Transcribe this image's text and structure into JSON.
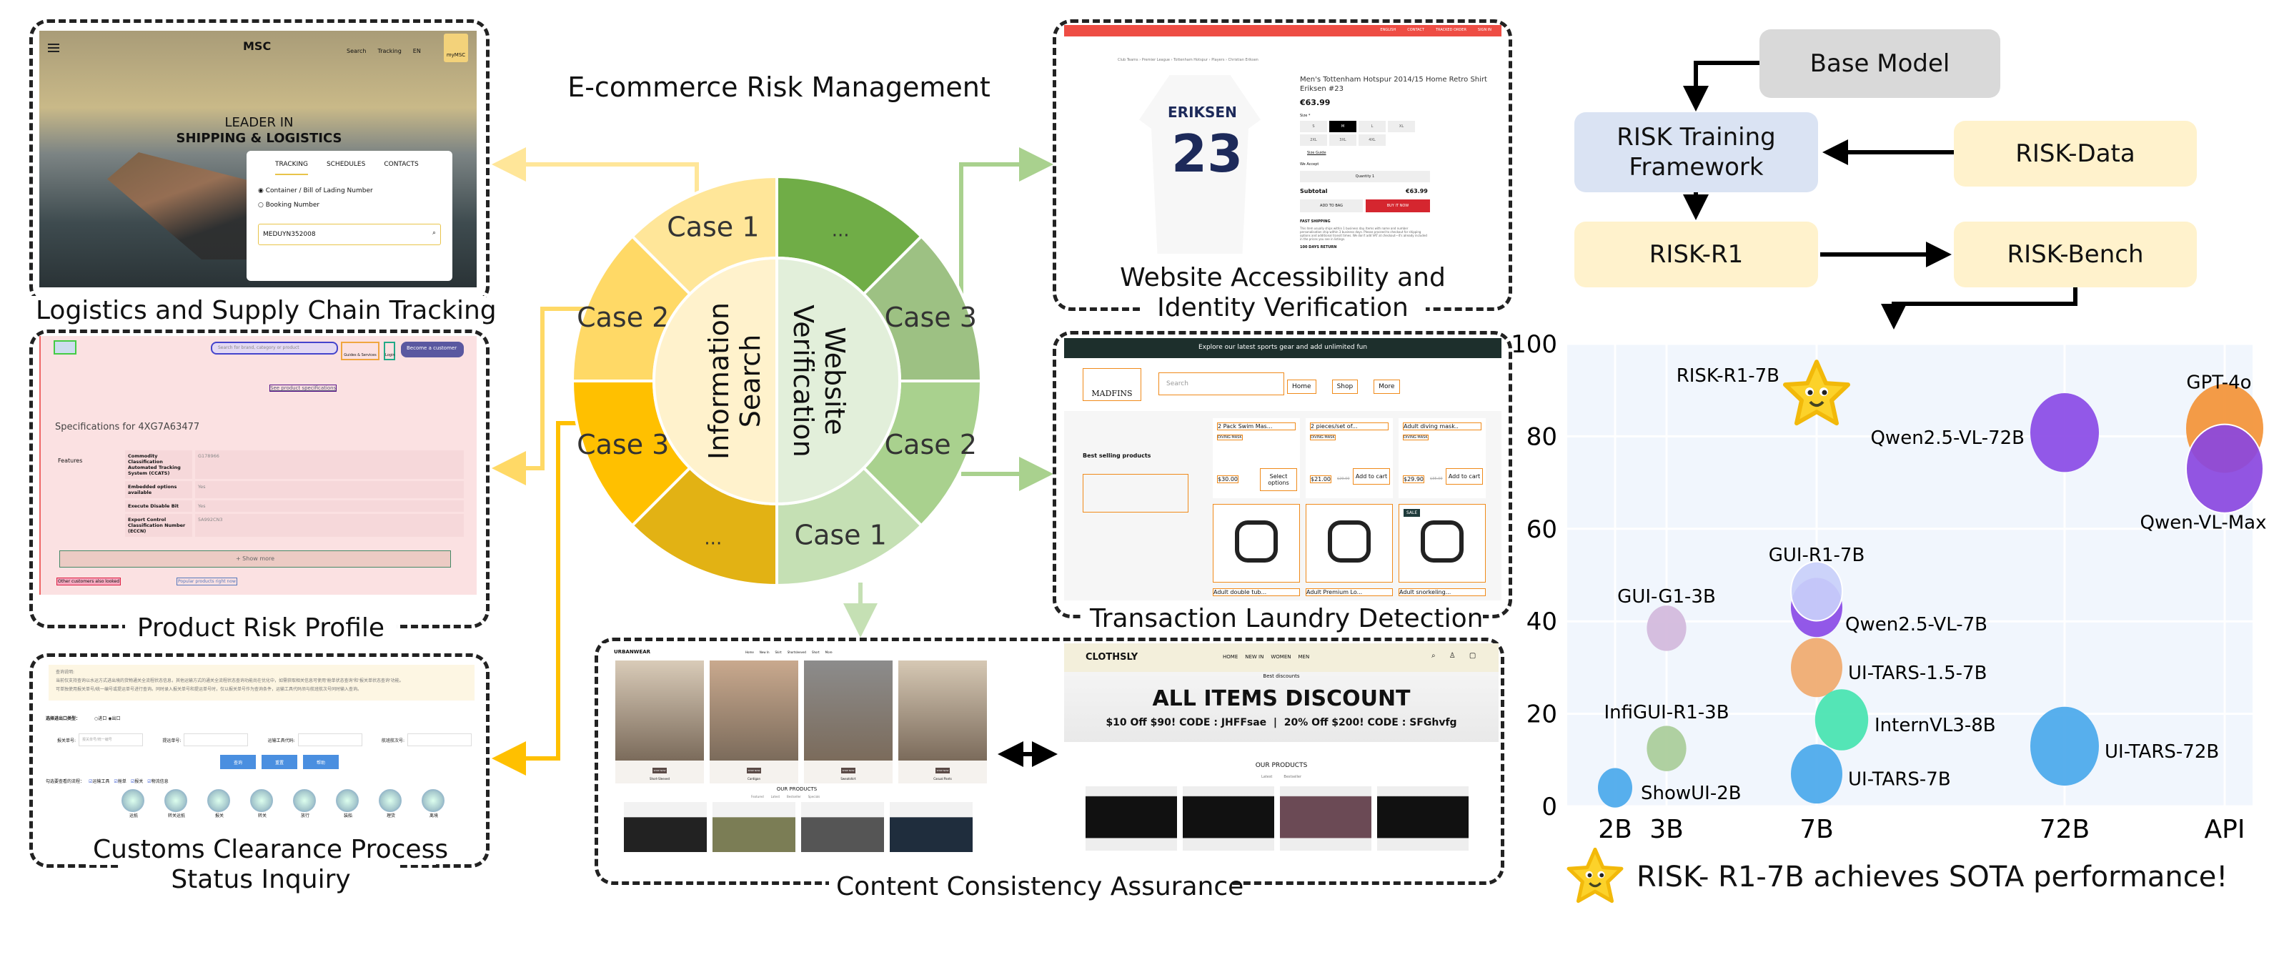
{
  "title": "E-commerce Risk Management",
  "wheel": {
    "inner": [
      {
        "label": "Information Search",
        "color": "#fff2cc"
      },
      {
        "label": "Website Verification",
        "color": "#e2efda"
      }
    ],
    "segments": [
      {
        "label": "Case 1",
        "color": "#ffe699"
      },
      {
        "label": "Case 2",
        "color": "#ffd966"
      },
      {
        "label": "Case 3",
        "color": "#ffc000"
      },
      {
        "label": "...",
        "color": "#e2b214"
      },
      {
        "label": "...",
        "color": "#70ad47"
      },
      {
        "label": "Case 3",
        "color": "#9dc183"
      },
      {
        "label": "Case 2",
        "color": "#a9d18e"
      },
      {
        "label": "Case 1",
        "color": "#c5e0b4"
      }
    ]
  },
  "panels": {
    "logistics": {
      "caption": "Logistics and Supply Chain Tracking",
      "logo": "MSC",
      "nav": [
        "Search",
        "Tracking",
        "EN",
        "myMSC"
      ],
      "headline1": "LEADER IN",
      "headline2": "SHIPPING & LOGISTICS",
      "tabs": [
        "TRACKING",
        "SCHEDULES",
        "CONTACTS"
      ],
      "radios": [
        "Container / Bill of Lading Number",
        "Booking Number"
      ],
      "input_value": "MEDUYN352008"
    },
    "product": {
      "caption": "Product Risk Profile",
      "search_placeholder": "Search for brand, category or product",
      "guides": "Guides & Services",
      "login": "Login",
      "become": "Become a customer",
      "spec_link": "See product specifications",
      "spec_title": "Specifications for 4XG7A63477",
      "features": "Features",
      "rows": [
        {
          "k": "Commodity Classification Automated Tracking System (CCATS)",
          "v": "G178966"
        },
        {
          "k": "Embedded options available",
          "v": "Yes"
        },
        {
          "k": "Execute Disable Bit",
          "v": "Yes"
        },
        {
          "k": "Export Control Classification Number (ECCN)",
          "v": "5A992CN3"
        }
      ],
      "show_more": "+ Show more",
      "link1": "Other customers also looked",
      "link2": "Popular products right now"
    },
    "customs": {
      "caption1": "Customs Clearance Process",
      "caption2": "Status Inquiry",
      "notice_title": "查询说明:",
      "notice1": "当前仅支持查询以水运方式进出境的货物通关全流程状态信息，其他运输方式的通关全流程状态查询功能尚在优化中，如需获取相关信息可使用'舱单状态查询'和'报关单状态查询'功能。",
      "notice2": "可单独使用报关单号/统一编号或提运单号进行查询。同时录入报关单号和提运单号时，仅以报关单号作为查询条件，运输工具代码须与航班航次号同时输入查询。",
      "type_label": "选择进出口类型：",
      "type_options": [
        "进口",
        "出口"
      ],
      "fields": [
        "报关单号:",
        "提运单号:",
        "运输工具代码:",
        "航班航次号:"
      ],
      "field_placeholder": "报关单号/统一编号",
      "buttons": [
        "查询",
        "重置",
        "帮助"
      ],
      "check_label": "勾选要查看的流程：",
      "checks": [
        "运输工具",
        "舱单",
        "报关",
        "物流信息"
      ],
      "steps": [
        "运抵",
        "转关运抵",
        "报关",
        "转关",
        "放行",
        "装船",
        "理货",
        "离境"
      ]
    },
    "website": {
      "caption1": "Website Accessibility and",
      "caption2": "Identity Verification",
      "topbar": [
        "ENGLISH",
        "CONTACT",
        "TRACKED ORDER",
        "SIGN IN"
      ],
      "breadcrumb": "Club Teams › Premier League › Tottenham Hotspur › Players › Christian Eriksen",
      "product_title": "Men's Tottenham Hotspur 2014/15 Home Retro Shirt Eriksen #23",
      "price": "€63.99",
      "size_label": "Size *",
      "sizes": [
        "S",
        "M",
        "L",
        "XL",
        "2XL",
        "3XL",
        "4XL"
      ],
      "size_guide": "Size Guide",
      "we_accept": "We Accept",
      "quantity": "Quantity 1",
      "subtotal_label": "Subtotal",
      "subtotal": "€63.99",
      "add_to_bag": "ADD TO BAG",
      "buy_now": "BUY IT NOW",
      "shipping_title": "FAST SHIPPING",
      "shipping_text": "This item usually ships within 1 business day. Items with name and number personalisation ship within 3 business days. Please proceed to checkout for shipping options and additional transit times. We don't add VAT at checkout—it's already included in the prices you see in listings.",
      "returns": "100 DAYS RETURN",
      "jersey_name": "ERIKSEN",
      "jersey_number": "23"
    },
    "transaction": {
      "caption": "Transaction Laundry Detection",
      "banner": "Explore our latest sports gear and add unlimited fun",
      "logo": "MADFINS",
      "search_placeholder": "Search",
      "nav": [
        "Home",
        "Shop",
        "More"
      ],
      "sidebar_title": "Best selling products",
      "products": [
        {
          "name": "2 Pack Swim Mas...",
          "tag": "DIVING MASK",
          "price": "$30.00",
          "old": "",
          "action": "Select options"
        },
        {
          "name": "2 pieces/set of...",
          "tag": "DIVING MASK",
          "price": "$21.00",
          "old": "$29.00",
          "action": "Add to cart"
        },
        {
          "name": "Adult diving mask..",
          "tag": "DIVING MASK",
          "price": "$29.90",
          "old": "$35.00",
          "action": "Add to cart"
        }
      ],
      "sale": "SALE",
      "products2": [
        "Adult double tub...",
        "Adult Premium Lo...",
        "Adult snorkeling..."
      ]
    },
    "content": {
      "caption": "Content Consistency Assurance",
      "left_logo": "URBANWEAR",
      "left_nav": [
        "Home",
        "New In",
        "Skirt",
        "Shortsleeved",
        "Short",
        "More"
      ],
      "left_categories": [
        "Short-Sleeved",
        "Cardigan",
        "Sweatshirt",
        "Casual Pants"
      ],
      "shop_now": "SHOP NOW",
      "our_products": "OUR PRODUCTS",
      "left_tabs": [
        "Featured",
        "Latest",
        "Bestseller",
        "Specials"
      ],
      "right_logo": "CLOTHSLY",
      "right_nav": [
        "HOME",
        "NEW IN",
        "WOMEN",
        "MEN"
      ],
      "best_discounts": "Best discounts",
      "headline": "ALL ITEMS DISCOUNT",
      "codes": "$10 Off $90! CODE : JHFFsae  |  20% Off $200! CODE : SFGhvfg",
      "right_tabs": [
        "Latest",
        "Bestseller"
      ]
    }
  },
  "flow": {
    "base_model": "Base Model",
    "framework": "RISK Training Framework",
    "data": "RISK-Data",
    "r1": "RISK-R1",
    "bench": "RISK-Bench",
    "colors": {
      "base": "#d9d9d9",
      "framework": "#dae3f3",
      "yellow": "#fff2cc"
    }
  },
  "chart_data": {
    "type": "scatter",
    "x_categories": [
      "2B",
      "3B",
      "7B",
      "72B",
      "API"
    ],
    "ylim": [
      0,
      100
    ],
    "yticks": [
      0,
      20,
      40,
      60,
      80,
      100
    ],
    "grid": true,
    "points": [
      {
        "name": "ShowUI-2B",
        "x": "2B",
        "y": 4,
        "size": 1.0,
        "color": "#4aa8ec"
      },
      {
        "name": "GUI-G1-3B",
        "x": "3B",
        "y": 38.5,
        "size": 1.15,
        "color": "#d3b8dc"
      },
      {
        "name": "InfiGUI-R1-3B",
        "x": "3B",
        "y": 12.5,
        "size": 1.15,
        "color": "#a9cc99"
      },
      {
        "name": "Qwen2.5-VL-7B",
        "x": "7B",
        "y": 43,
        "size": 1.5,
        "color": "#8a4ae6"
      },
      {
        "name": "GUI-R1-7B",
        "x": "7B",
        "y": 46.5,
        "size": 1.5,
        "color": "#c9cffa"
      },
      {
        "name": "UI-TARS-1.5-7B",
        "x": "7B",
        "y": 30,
        "size": 1.5,
        "color": "#f0a96e"
      },
      {
        "name": "InternVL3-8B",
        "x": "8B",
        "y": 18.7,
        "size": 1.55,
        "color": "#46e3b0"
      },
      {
        "name": "UI-TARS-7B",
        "x": "7B",
        "y": 7,
        "size": 1.5,
        "color": "#4aa8ec"
      },
      {
        "name": "Qwen2.5-VL-72B",
        "x": "72B",
        "y": 80.8,
        "size": 2.0,
        "color": "#8a4ae6"
      },
      {
        "name": "UI-TARS-72B",
        "x": "72B",
        "y": 13,
        "size": 2.0,
        "color": "#4aa8ec"
      },
      {
        "name": "GPT-4o",
        "x": "API",
        "y": 81.7,
        "size": 2.25,
        "color": "#f39237"
      },
      {
        "name": "Qwen-VL-Max",
        "x": "API",
        "y": 73,
        "size": 2.25,
        "color": "#8a47e0"
      }
    ],
    "highlight": {
      "name": "RISK-R1-7B",
      "x": "7B",
      "y": 89,
      "marker": "star-face-icon"
    },
    "caption": "RISK- R1-7B achieves SOTA performance!"
  }
}
